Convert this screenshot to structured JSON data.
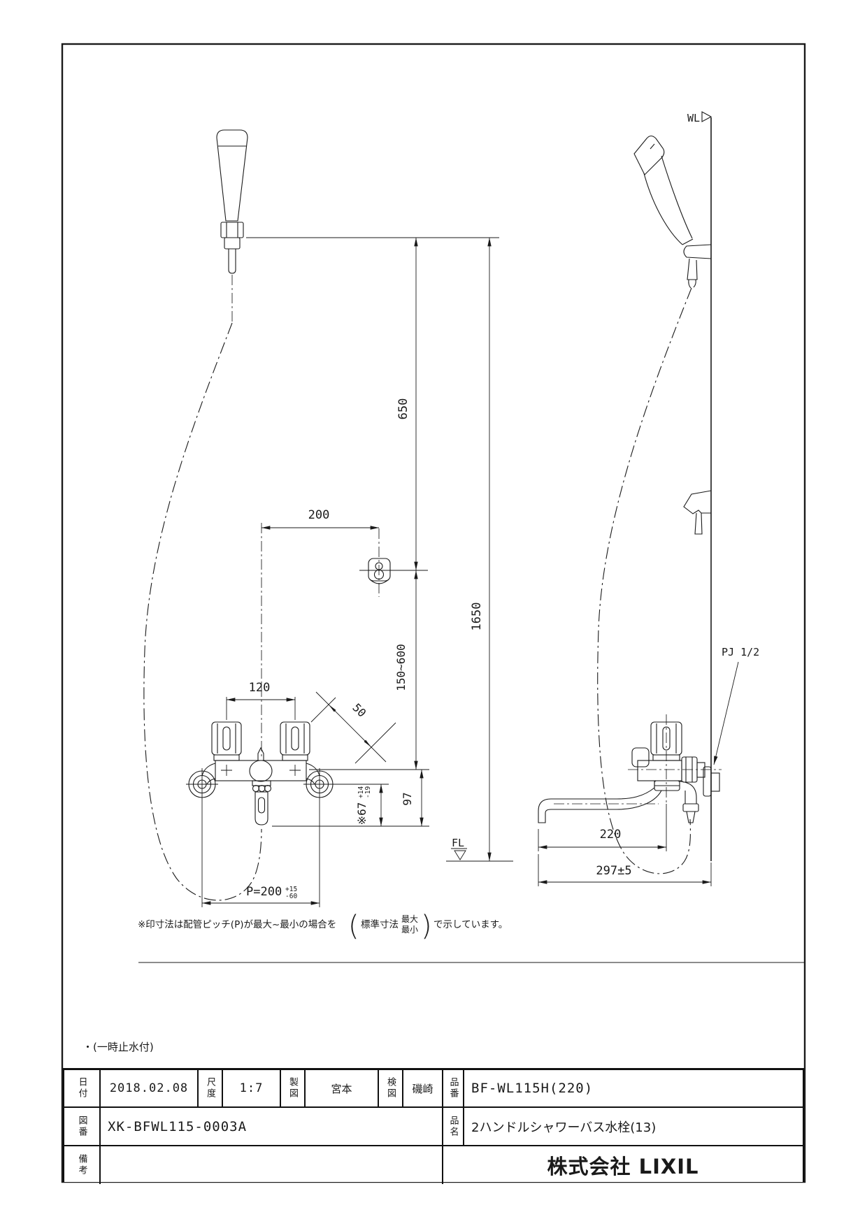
{
  "colors": {
    "ink": "#1a1a1a",
    "paper": "#ffffff"
  },
  "notes": {
    "temp_stop": "・(一時止水付)",
    "dim_note_pre": "※印寸法は配管ピッチ(P)が最大~最小の場合を",
    "dim_note_open": "(",
    "dim_note_label": "標準寸法",
    "dim_note_max": "最大",
    "dim_note_min": "最小",
    "dim_note_close": ")",
    "dim_note_post": "で示しています。"
  },
  "front_view": {
    "dims": {
      "hose_height": "650",
      "total_height": "1650",
      "hook_offset": "200",
      "hook_range": "150~600",
      "handle_pitch": "120",
      "handle_depth": "50",
      "spout_drop_main": "※67",
      "spout_drop_tol_plus": "+14",
      "spout_drop_tol_minus": "-19",
      "body_drop": "97",
      "pipe_pitch_main": "P=200",
      "pipe_pitch_tol_plus": "+15",
      "pipe_pitch_tol_minus": "-60"
    }
  },
  "side_view": {
    "labels": {
      "wall_line": "WL",
      "floor_line": "FL",
      "thread": "PJ 1/2"
    },
    "dims": {
      "spout_reach": "220",
      "total_reach": "297±5"
    }
  },
  "title_block": {
    "date_label": "日付",
    "date": "2018.02.08",
    "scale_label": "尺度",
    "scale": "1:7",
    "drafter_label": "製図",
    "drafter": "宮本",
    "checker_label": "検図",
    "checker": "磯崎",
    "part_no_label": "品番",
    "part_no": "BF-WL115H(220)",
    "dwg_no_label": "図番",
    "dwg_no": "XK-BFWL115-0003A",
    "name_label": "品名",
    "name": "2ハンドルシャワーバス水栓(13)",
    "remarks_label": "備考",
    "remarks": "",
    "company": "株式会社 LIXIL"
  }
}
